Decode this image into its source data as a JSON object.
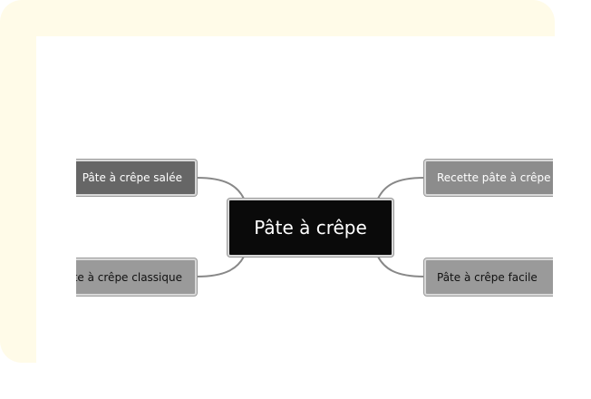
{
  "mindmap": {
    "center": "Pâte à crêpe",
    "branches": [
      {
        "label": "Pâte à crêpe salée",
        "side": "left",
        "color": "#666666"
      },
      {
        "label": "Recette pâte à crêpe",
        "side": "right",
        "color": "#8c8c8c"
      },
      {
        "label": "Pâte à crêpe classique",
        "side": "left",
        "color": "#9a9a9a"
      },
      {
        "label": "Pâte à crêpe facile",
        "side": "right",
        "color": "#9a9a9a"
      }
    ]
  },
  "colors": {
    "background_accent": "#fffbe8",
    "center_node": "#0a0a0a"
  }
}
